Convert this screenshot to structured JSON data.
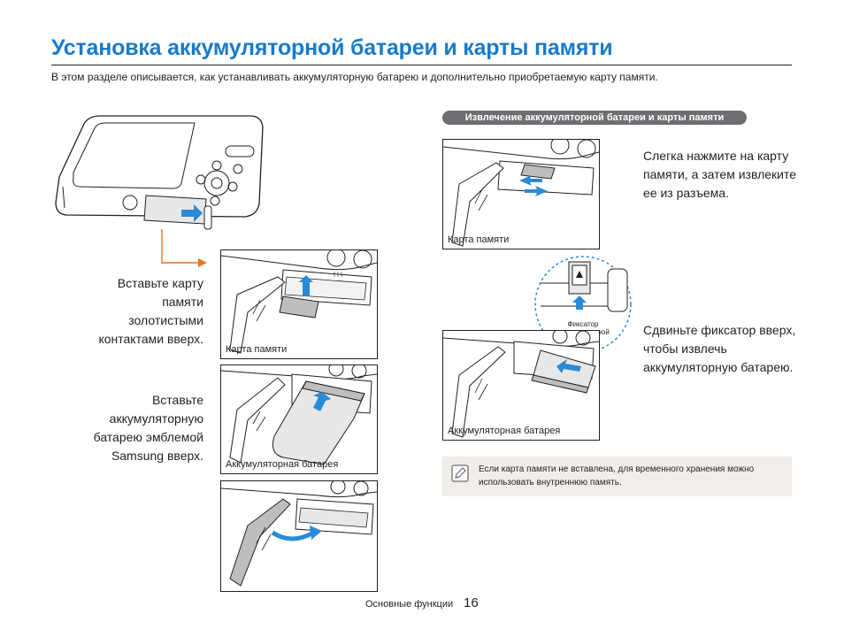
{
  "page": {
    "title": "Установка аккумуляторной батареи и карты памяти",
    "intro": "В этом разделе описывается, как устанавливать аккумуляторную батарею и дополнительно приобретаемую карту памяти."
  },
  "install": {
    "step1_text": "Вставьте карту памяти золотистыми контактами вверх.",
    "step1_caption": "Карта памяти",
    "step2_text": "Вставьте аккумуляторную батарею эмблемой Samsung вверх.",
    "step2_caption": "Аккумуляторная батарея"
  },
  "remove": {
    "section_title": "Извлечение аккумуляторной батареи и карты памяти",
    "card_text": "Слегка нажмите на карту памяти, а затем извлеките ее из разъема.",
    "card_caption": "Карта памяти",
    "latch_label": "Фиксатор аккумуляторной батареи",
    "battery_text": "Сдвиньте фиксатор вверх, чтобы извлечь аккумуляторную батарею.",
    "battery_caption": "Аккумуляторная батарея"
  },
  "note": {
    "text": "Если карта памяти не вставлена, для временного хранения можно использовать внутреннюю память.",
    "icon": "note-pencil-icon"
  },
  "footer": {
    "section": "Основные функции",
    "page_number": "16"
  },
  "colors": {
    "title_blue": "#1a7bc7",
    "arrow_blue": "#2a8ad6",
    "orange_pointer": "#e8731e",
    "tag_gray": "#6d6e71",
    "note_bg": "#f1ede8"
  }
}
